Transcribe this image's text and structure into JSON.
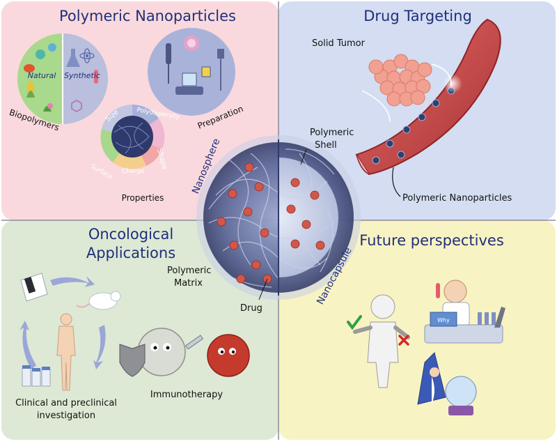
{
  "quadrants": {
    "top_left": {
      "title": "Polymeric Nanoparticles",
      "color": "#f9d9dd"
    },
    "top_right": {
      "title": "Drug Targeting",
      "color": "#d4ddf1"
    },
    "bottom_left": {
      "title_line1": "Oncological",
      "title_line2": "Applications",
      "color": "#dde9d4"
    },
    "bottom_right": {
      "title": "Future perspectives",
      "color": "#f8f3c3"
    }
  },
  "top_left_labels": {
    "natural": "Natural",
    "synthetic": "Synthetic",
    "biopolymers": "Biopolymers",
    "preparation": "Preparation",
    "properties": "Properties",
    "size": "Size",
    "polydispersity": "Polydispersity",
    "shape": "Shape",
    "charge": "Charge",
    "surface": "Surface"
  },
  "top_right_labels": {
    "solid_tumor": "Solid Tumor",
    "polymeric_nanoparticles": "Polymeric Nanoparticles"
  },
  "center_labels": {
    "nanosphere": "Nanosphere",
    "nanocapsule": "Nanocapsule",
    "polymeric_shell_line1": "Polymeric",
    "polymeric_shell_line2": "Shell",
    "polymeric_matrix_line1": "Polymeric",
    "polymeric_matrix_line2": "Matrix",
    "drug": "Drug"
  },
  "bottom_left_labels": {
    "immunotherapy": "Immunotherapy",
    "clinical_line1": "Clinical and preclinical",
    "clinical_line2": "investigation"
  },
  "bottom_right_labels": {
    "why": "Why"
  },
  "colors": {
    "title_text": "#1f2f7a",
    "nanoparticle_core": "#2f3f6e",
    "drug_dot": "#d2574a",
    "vessel": "#c9484a",
    "tumor": "#f1a091"
  },
  "icons": [
    "magnifier-icon",
    "checkmark-icon",
    "cross-icon",
    "shield-icon",
    "syringe-icon",
    "crystal-ball-icon",
    "mouse-icon"
  ]
}
